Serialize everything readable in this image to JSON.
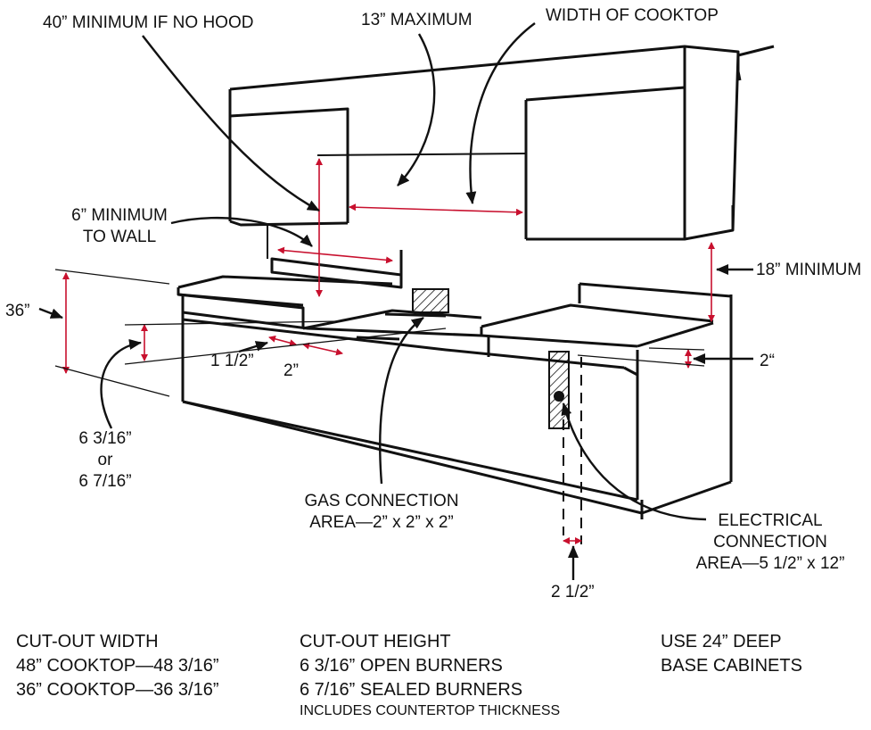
{
  "labels": {
    "min_no_hood": "40” MINIMUM IF NO HOOD",
    "max_13": "13” MAXIMUM",
    "width_cooktop": "WIDTH OF COOKTOP",
    "min_to_wall_1": "6” MINIMUM",
    "min_to_wall_2": "TO WALL",
    "min_18": "18” MINIMUM",
    "h_36": "36”",
    "d_1_5": "1 1/2”",
    "d_2_front": "2”",
    "d_2_right": "2“",
    "d_6_3_16": "6 3/16”",
    "or": "or",
    "d_6_7_16": "6 7/16”",
    "gas_1": "GAS CONNECTION",
    "gas_2": "AREA—2” x 2” x 2”",
    "elec_1": "ELECTRICAL",
    "elec_2": "CONNECTION",
    "elec_3": "AREA—5 1/2” x 12”",
    "d_2_5": "2 1/2”"
  },
  "footer": {
    "col1": [
      "CUT-OUT WIDTH",
      "48” COOKTOP—48 3/16”",
      "36” COOKTOP—36 3/16”"
    ],
    "col2": [
      "CUT-OUT HEIGHT",
      "6 3/16” OPEN BURNERS",
      "6 7/16” SEALED BURNERS",
      "INCLUDES COUNTERTOP THICKNESS"
    ],
    "col3": [
      "USE 24” DEEP",
      "BASE CABINETS"
    ]
  },
  "colors": {
    "line": "#111111",
    "dimension": "#c8102e"
  }
}
